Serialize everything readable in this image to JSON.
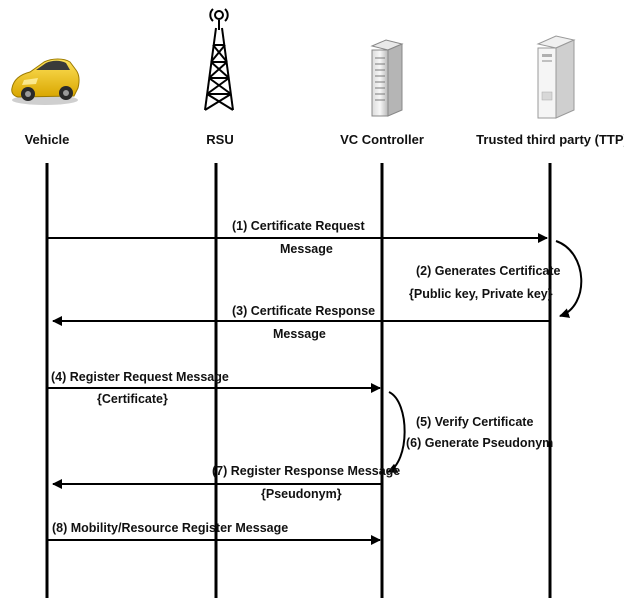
{
  "actors": [
    {
      "id": "vehicle",
      "label": "Vehicle",
      "icon": "car-icon"
    },
    {
      "id": "rsu",
      "label": "RSU",
      "icon": "antenna-tower-icon"
    },
    {
      "id": "vc",
      "label": "VC Controller",
      "icon": "server-rack-icon"
    },
    {
      "id": "ttp",
      "label": "Trusted third party (TTP)",
      "icon": "server-tower-icon"
    }
  ],
  "messages": [
    {
      "id": "msg1",
      "from": "vehicle",
      "to": "ttp",
      "lines": [
        "(1)  Certificate Request",
        "Message"
      ]
    },
    {
      "id": "msg3",
      "from": "ttp",
      "to": "vehicle",
      "lines": [
        "(3)  Certificate Response",
        "Message"
      ]
    },
    {
      "id": "msg4",
      "from": "vehicle",
      "to": "vc",
      "lines": [
        "(4) Register Request Message",
        "{Certificate}"
      ]
    },
    {
      "id": "msg7",
      "from": "vc",
      "to": "vehicle",
      "lines": [
        "(7) Register Response Message",
        "{Pseudonym}"
      ]
    },
    {
      "id": "msg8",
      "from": "vehicle",
      "to": "vc",
      "lines": [
        "(8) Mobility/Resource Register Message"
      ]
    }
  ],
  "self_actions": [
    {
      "id": "act2",
      "actor": "ttp",
      "lines": [
        "(2) Generates Certificate",
        "{Public key, Private key}"
      ]
    },
    {
      "id": "act56",
      "actor": "vc",
      "lines": [
        "(5) Verify Certificate",
        "(6) Generate Pseudonym"
      ]
    }
  ],
  "colors": {
    "line": "#000000",
    "car_body": "#f2c200",
    "car_dark": "#2a2a2a",
    "server_light": "#f4f4f4",
    "server_mid": "#c9c9c9",
    "server_dark": "#8a8a8a"
  }
}
